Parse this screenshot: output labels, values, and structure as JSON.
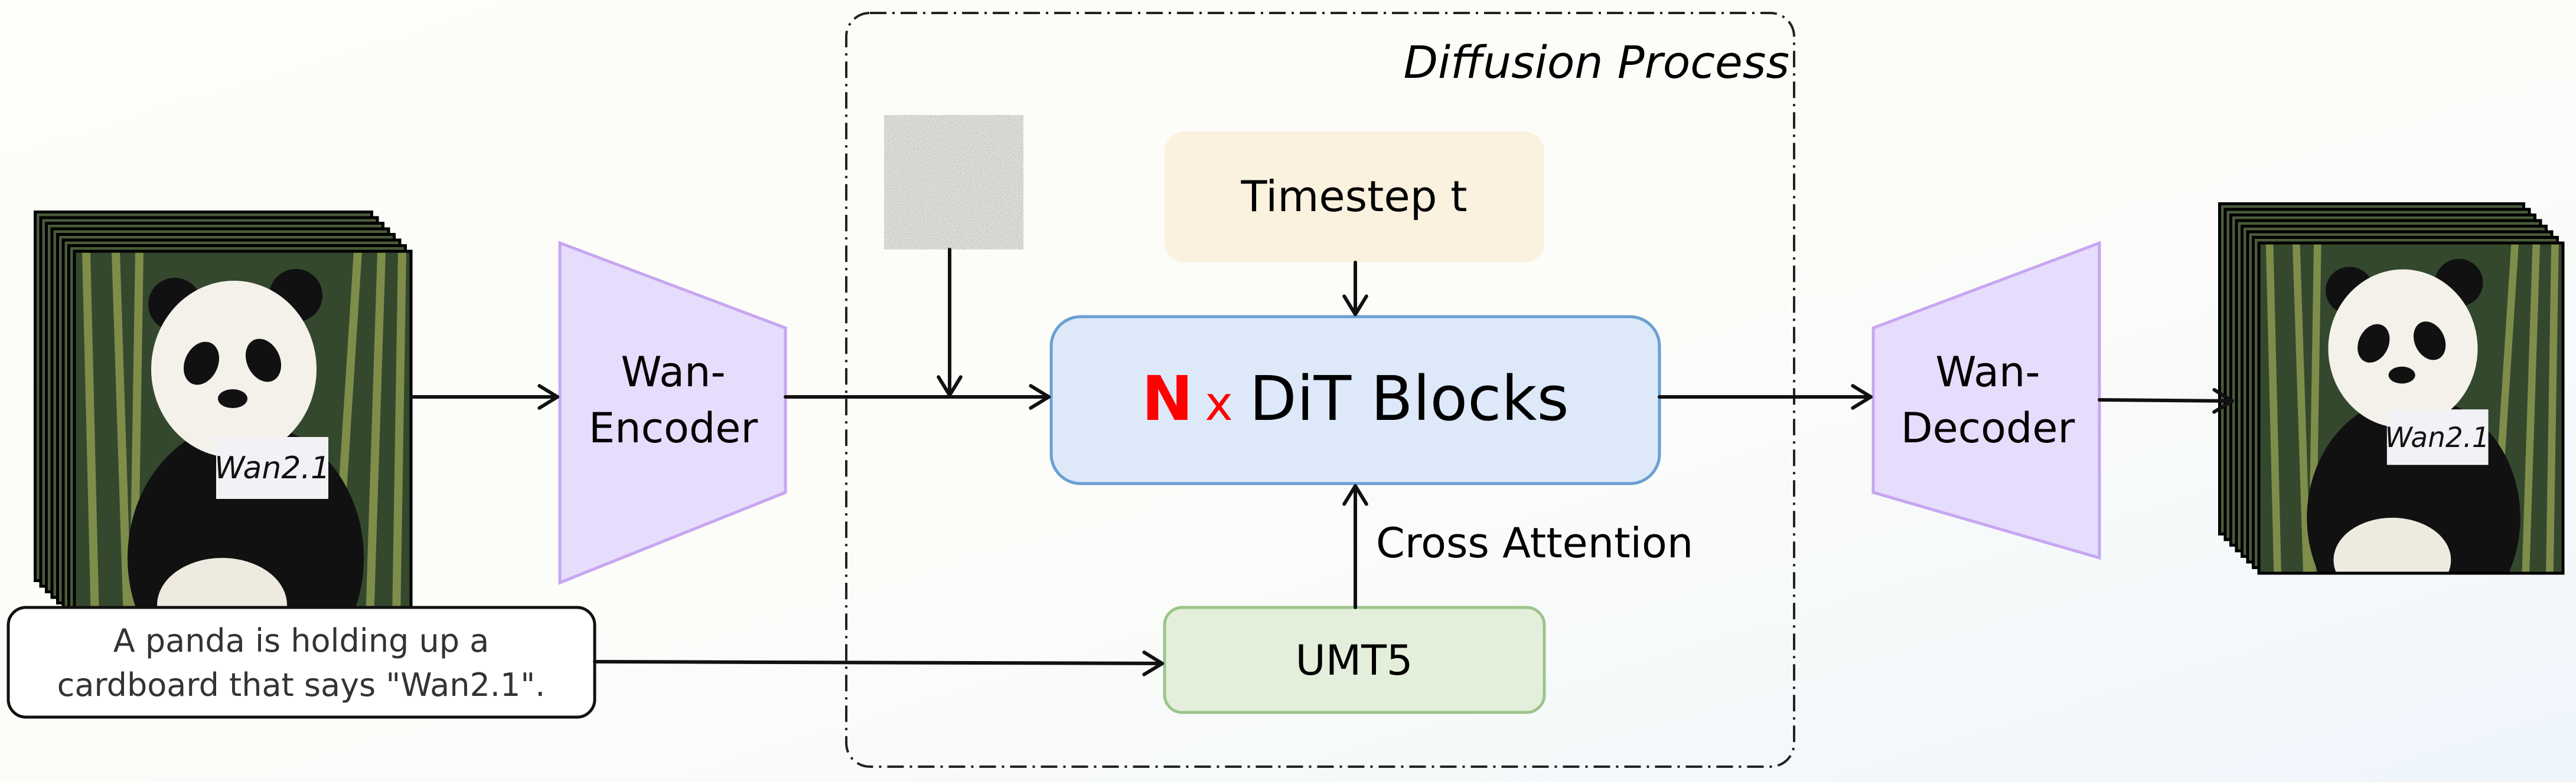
{
  "diffusion_process": {
    "label": "Diffusion Process"
  },
  "encoder": {
    "line1": "Wan-",
    "line2": "Encoder"
  },
  "decoder": {
    "line1": "Wan-",
    "line2": "Decoder"
  },
  "timestep": {
    "label": "Timestep t"
  },
  "dit": {
    "n": "N",
    "x": "x",
    "label": "DiT Blocks"
  },
  "umt5": {
    "label": "UMT5"
  },
  "cross_attention": {
    "label": "Cross Attention"
  },
  "prompt": {
    "line1": "A panda is holding up a",
    "line2": "cardboard that says \"Wan2.1\"."
  },
  "panda_sign": {
    "text": "Wan2.1"
  },
  "colors": {
    "encoder_fill": "#e6dcfb",
    "encoder_stroke": "#c6a6f2",
    "timestep_fill": "#faf1df",
    "dit_fill": "#dde9f8",
    "dit_stroke": "#6a9fd2",
    "umt5_fill": "#e3efdb",
    "umt5_stroke": "#9cc48a",
    "accent_red": "#ff0000"
  }
}
